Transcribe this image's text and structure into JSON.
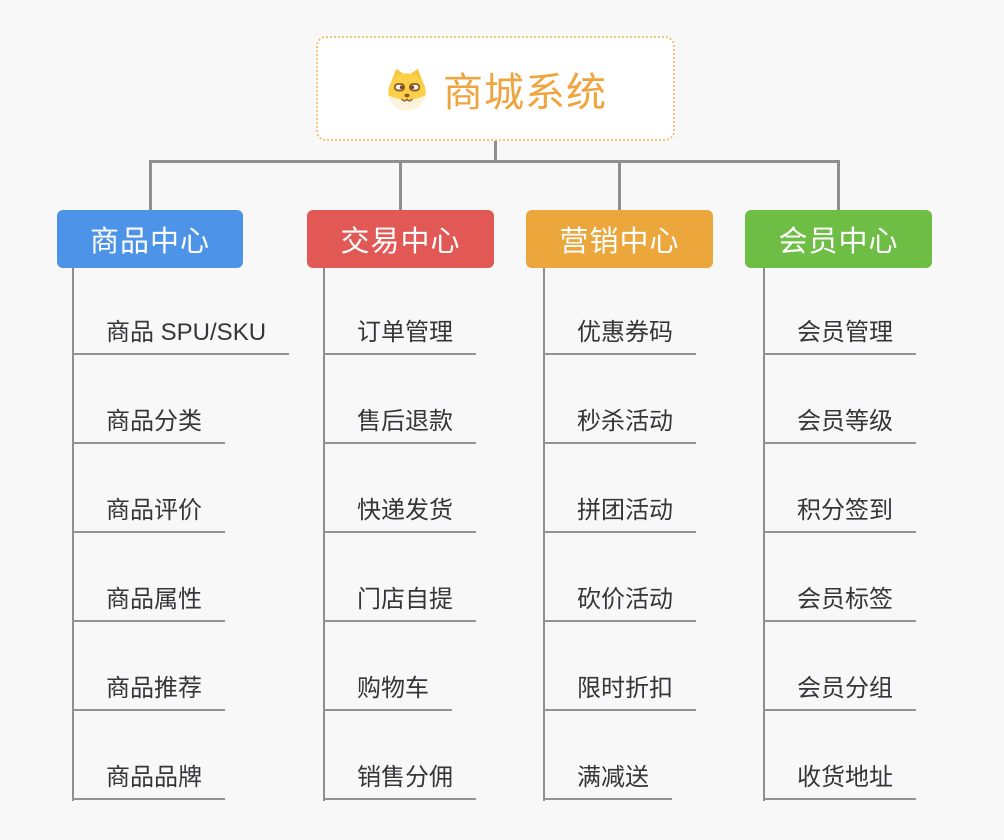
{
  "canvas": {
    "background": "#F8F8F8"
  },
  "connectors": {
    "color": "#8F8F8F",
    "underline_color": "#939393"
  },
  "root": {
    "label": "商城系统",
    "icon": "doge-icon",
    "text_color": "#EFA53F",
    "border_color": "#F2C27D",
    "background": "#FFFFFF"
  },
  "branches": [
    {
      "label": "商品中心",
      "color": "#4D93E8",
      "children": [
        "商品 SPU/SKU",
        "商品分类",
        "商品评价",
        "商品属性",
        "商品推荐",
        "商品品牌"
      ]
    },
    {
      "label": "交易中心",
      "color": "#E25855",
      "children": [
        "订单管理",
        "售后退款",
        "快递发货",
        "门店自提",
        "购物车",
        "销售分佣"
      ]
    },
    {
      "label": "营销中心",
      "color": "#EBA63C",
      "children": [
        "优惠券码",
        "秒杀活动",
        "拼团活动",
        "砍价活动",
        "限时折扣",
        "满减送"
      ]
    },
    {
      "label": "会员中心",
      "color": "#6EBE45",
      "children": [
        "会员管理",
        "会员等级",
        "积分签到",
        "会员标签",
        "会员分组",
        "收货地址"
      ]
    }
  ]
}
